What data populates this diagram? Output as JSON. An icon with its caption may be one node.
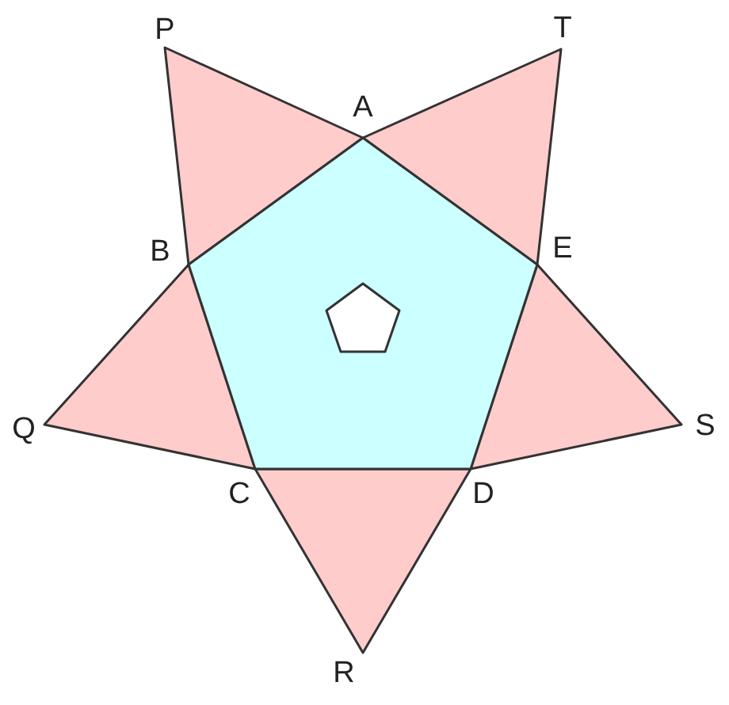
{
  "diagram": {
    "labels": [
      "P",
      "T",
      "A",
      "B",
      "E",
      "Q",
      "S",
      "C",
      "D",
      "R"
    ]
  }
}
